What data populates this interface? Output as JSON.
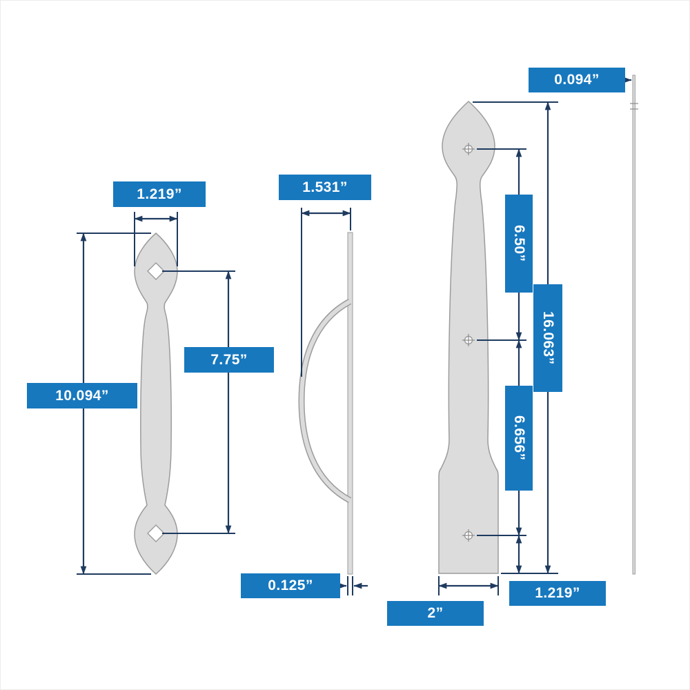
{
  "diagram": {
    "description": "technical-dimension-drawing-of-spear-point-door-pull-and-strap",
    "views": {
      "handle_front": {
        "width_label": "1.219”",
        "hole_spacing_label": "7.75”",
        "height_label": "10.094”"
      },
      "handle_side": {
        "depth_label": "1.531”",
        "thickness_label": "0.125”"
      },
      "strap_front": {
        "upper_hole_spacing_label": "6.50”",
        "height_label": "16.063”",
        "lower_hole_spacing_label": "6.656”",
        "bottom_hole_offset_label": "1.219”",
        "width_label": "2”"
      },
      "strap_side": {
        "thickness_label": "0.094”"
      }
    },
    "colors": {
      "label_bg": "#1778be",
      "label_text": "#ffffff",
      "dimension_line": "#1e3a5f",
      "part_fill": "#dcdcdc",
      "part_outline": "#9b9b9b"
    }
  }
}
